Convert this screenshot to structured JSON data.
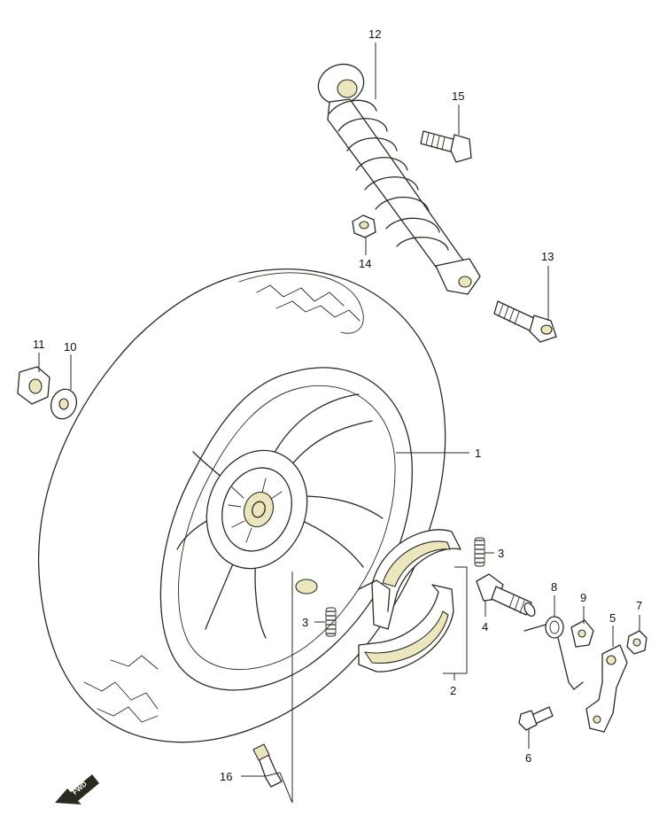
{
  "diagram": {
    "callouts": [
      {
        "id": "1",
        "label": "1"
      },
      {
        "id": "2",
        "label": "2"
      },
      {
        "id": "3a",
        "label": "3"
      },
      {
        "id": "3b",
        "label": "3"
      },
      {
        "id": "4",
        "label": "4"
      },
      {
        "id": "5",
        "label": "5"
      },
      {
        "id": "6",
        "label": "6"
      },
      {
        "id": "7",
        "label": "7"
      },
      {
        "id": "8",
        "label": "8"
      },
      {
        "id": "9",
        "label": "9"
      },
      {
        "id": "10",
        "label": "10"
      },
      {
        "id": "11",
        "label": "11"
      },
      {
        "id": "12",
        "label": "12"
      },
      {
        "id": "13",
        "label": "13"
      },
      {
        "id": "14",
        "label": "14"
      },
      {
        "id": "15",
        "label": "15"
      },
      {
        "id": "16",
        "label": "16"
      }
    ],
    "fwd_badge": {
      "label": "FWD",
      "icon": "fwd-arrow-icon"
    }
  },
  "colors": {
    "line": "#2a2a1e",
    "background": "#ffffff",
    "shade": "#ece6bf"
  }
}
